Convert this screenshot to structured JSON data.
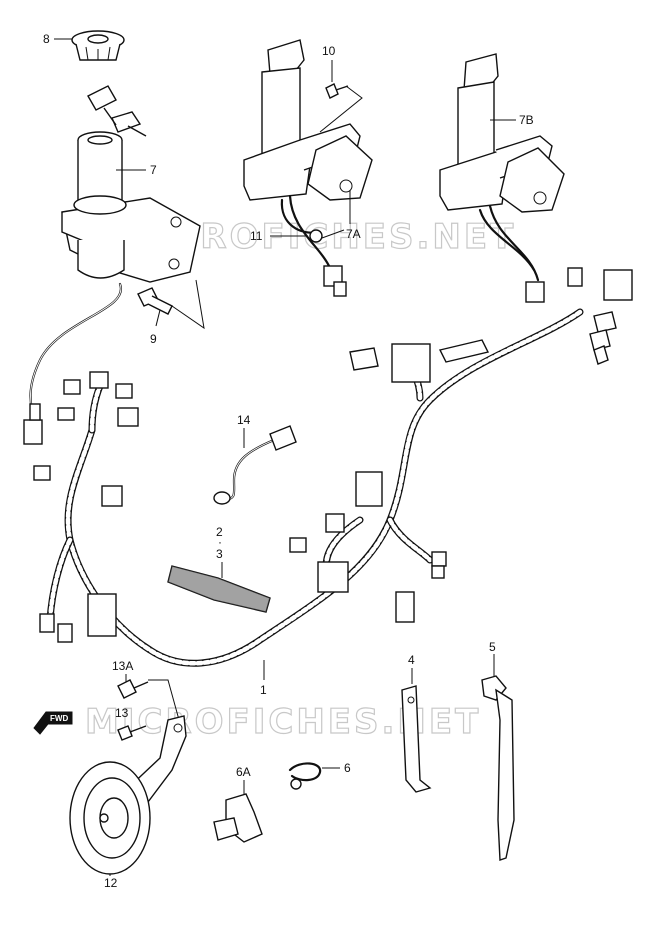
{
  "watermark": {
    "text_top": "MICROFICHES.NET",
    "text_bottom": "MICROFICHES.NET"
  },
  "direction_badge": "FWD",
  "labels": {
    "l8": "8",
    "l10": "10",
    "l7": "7",
    "l7B": "7B",
    "l11": "11",
    "l7A": "7A",
    "l9": "9",
    "l14": "14",
    "l2": "2",
    "l3": "3",
    "l1": "1",
    "l13A": "13A",
    "l13": "13",
    "l4": "4",
    "l5": "5",
    "l6A": "6A",
    "l6": "6",
    "l12": "12"
  },
  "icons": {
    "ignition": "ignition-switch-icon",
    "key": "key-icon",
    "horn": "horn-icon",
    "harness": "wiring-harness-icon",
    "clamp": "clamp-icon",
    "band": "cable-band-icon",
    "bolt": "bolt-icon",
    "grommet": "grommet-icon",
    "tape": "tape-icon",
    "fwd": "forward-arrow-icon"
  }
}
